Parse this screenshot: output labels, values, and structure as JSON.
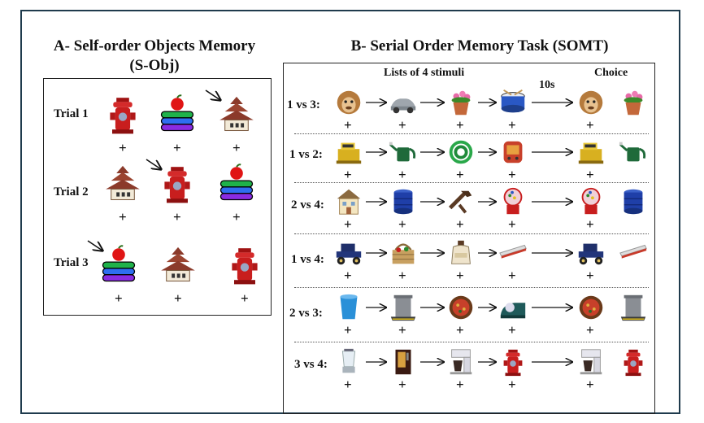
{
  "panel_a": {
    "title_line1": "A- Self-order Objects Memory",
    "title_line2": "(S-Obj)",
    "trials": [
      {
        "label": "Trial 1",
        "objects": [
          "fire-hydrant",
          "apple-on-books",
          "pagoda"
        ],
        "pointer_on": "pagoda"
      },
      {
        "label": "Trial 2",
        "objects": [
          "pagoda",
          "fire-hydrant",
          "apple-on-books"
        ],
        "pointer_on": "fire-hydrant"
      },
      {
        "label": "Trial 3",
        "objects": [
          "apple-on-books",
          "pagoda",
          "fire-hydrant"
        ],
        "pointer_on": "apple-on-books"
      }
    ]
  },
  "panel_b": {
    "title": "B- Serial Order Memory Task (SOMT)",
    "header_lists": "Lists of 4 stimuli",
    "header_choice": "Choice",
    "delay_label": "10s",
    "plus": "+",
    "rows": [
      {
        "label": "1 vs 3:",
        "stimuli": [
          "monkey-face",
          "vintage-car",
          "flower-pot",
          "drum"
        ],
        "choice": [
          "monkey-face",
          "flower-pot"
        ]
      },
      {
        "label": "1 vs 2:",
        "stimuli": [
          "cash-register",
          "watering-can",
          "garden-hose",
          "radio"
        ],
        "choice": [
          "cash-register",
          "watering-can"
        ]
      },
      {
        "label": "2 vs 4:",
        "stimuli": [
          "toy-house",
          "blue-barrel",
          "wooden-tool",
          "gumball-machine"
        ],
        "choice": [
          "gumball-machine",
          "blue-barrel"
        ]
      },
      {
        "label": "1 vs 4:",
        "stimuli": [
          "antique-car",
          "picnic-basket",
          "jug",
          "ruler"
        ],
        "choice": [
          "antique-car",
          "ruler"
        ]
      },
      {
        "label": "2 vs 3:",
        "stimuli": [
          "blue-bin",
          "trash-can",
          "pizza",
          "tape-dispenser"
        ],
        "choice": [
          "pizza",
          "trash-can"
        ]
      },
      {
        "label": "3 vs 4:",
        "stimuli": [
          "blender",
          "vending-machine",
          "coffee-maker",
          "fire-hydrant"
        ],
        "choice": [
          "coffee-maker",
          "fire-hydrant"
        ]
      }
    ]
  },
  "colors": {
    "frame": "#1f3b4d",
    "hydrant": "#c81e1e",
    "pagoda": "#8b3a2a"
  }
}
